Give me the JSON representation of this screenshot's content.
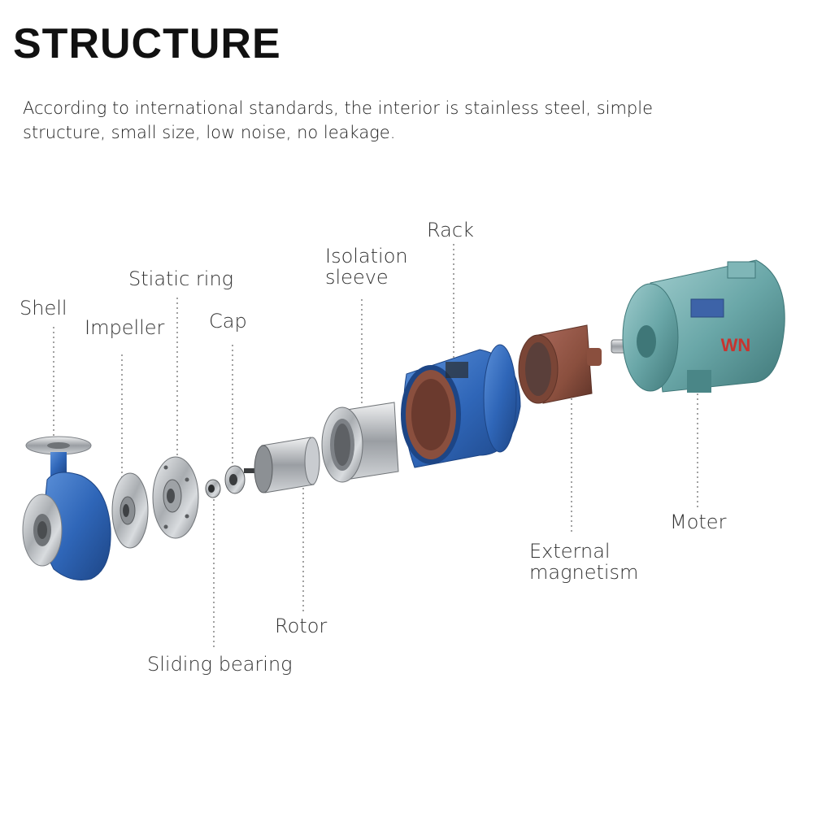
{
  "header": {
    "title": "STRUCTURE",
    "description": "According to international standards, the interior is stainless steel, simple structure, small size, low noise, no leakage."
  },
  "motor_badge": "WN",
  "labels": {
    "shell": "Shell",
    "impeller": "Impeller",
    "static_ring": "Stiatic ring",
    "cap": "Cap",
    "isolation_sleeve": "Isolation\nsleeve",
    "rack": "Rack",
    "rotor": "Rotor",
    "sliding_bearing": "Sliding bearing",
    "external_magnetism": "External\nmagnetism",
    "motor": "Moter"
  },
  "colors": {
    "pump_blue": "#2f66b8",
    "steel": "#b8bcc0",
    "magnet_brown": "#8a4f3e",
    "motor_teal": "#6aa7a8",
    "badge_red": "#c8342f"
  }
}
